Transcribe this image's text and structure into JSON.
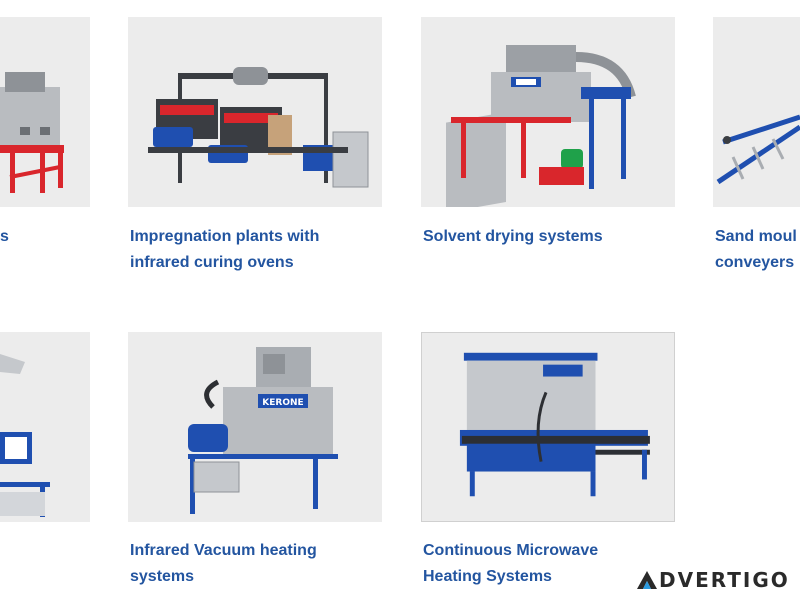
{
  "products": [
    {
      "line1": "s",
      "line2": ""
    },
    {
      "line1": "Impregnation plants with",
      "line2": "infrared curing ovens"
    },
    {
      "line1": "Solvent drying systems",
      "line2": ""
    },
    {
      "line1": "Sand moul",
      "line2": "conveyers"
    },
    {
      "line1": "",
      "line2": ""
    },
    {
      "line1": "Infrared Vacuum heating",
      "line2": "systems"
    },
    {
      "line1": "Continuous Microwave",
      "line2": "Heating Systems"
    }
  ],
  "brand_label": "KERONE",
  "watermark": {
    "text": "DVERTIGO"
  },
  "colors": {
    "title": "#2355a0",
    "frame_red": "#d9262c",
    "frame_blue": "#1f4fb0",
    "steel": "#a9adb2"
  }
}
